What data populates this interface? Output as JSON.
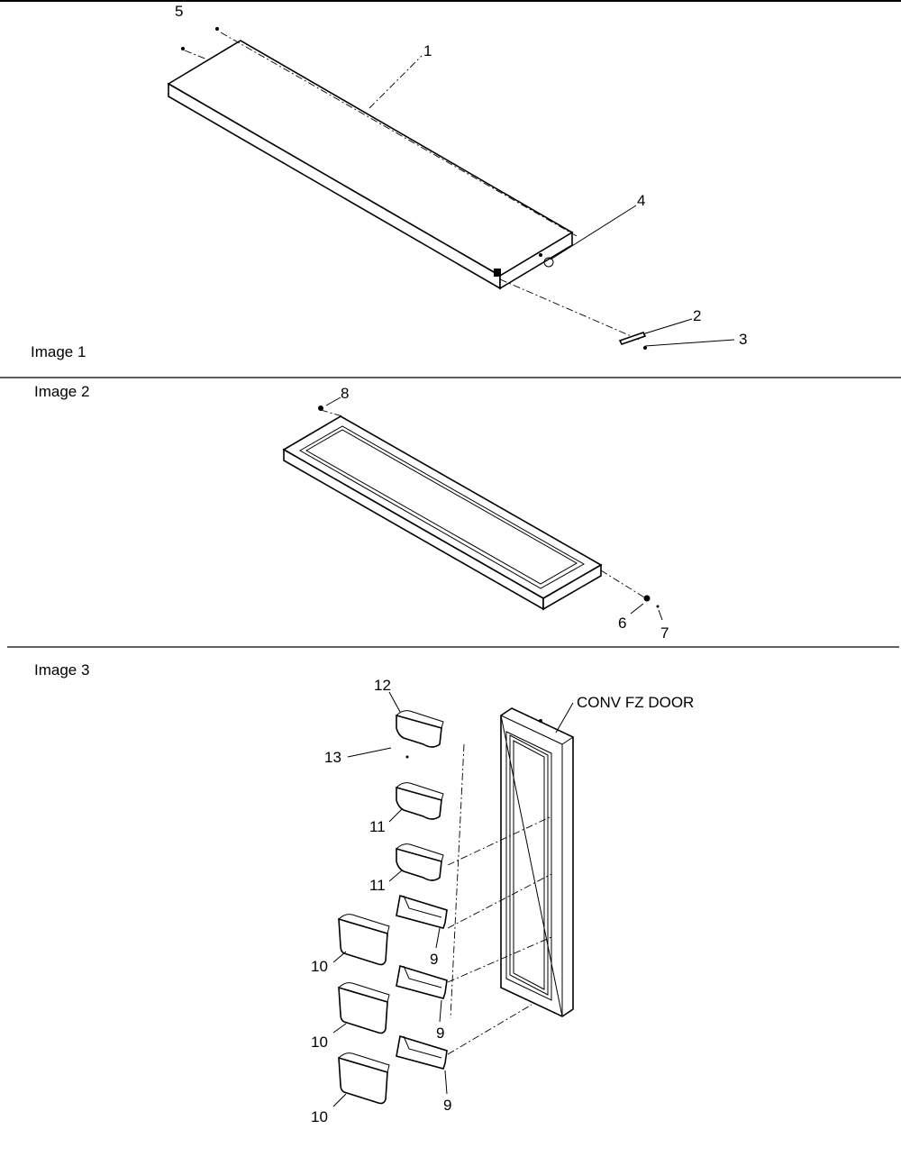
{
  "sections": [
    {
      "caption": "Image 1",
      "callouts": [
        "5",
        "1",
        "4",
        "2",
        "3"
      ]
    },
    {
      "caption": "Image 2",
      "callouts": [
        "8",
        "6",
        "7"
      ]
    },
    {
      "caption": "Image 3",
      "callouts": [
        "12",
        "13",
        "11",
        "11",
        "9",
        "10",
        "9",
        "10",
        "9",
        "10"
      ],
      "door_label": "CONV FZ DOOR"
    }
  ],
  "parts": {
    "shelf_solid": "shelf",
    "shelf_framed": "shelf",
    "bin": "door-bin",
    "door": "freezer-door"
  }
}
